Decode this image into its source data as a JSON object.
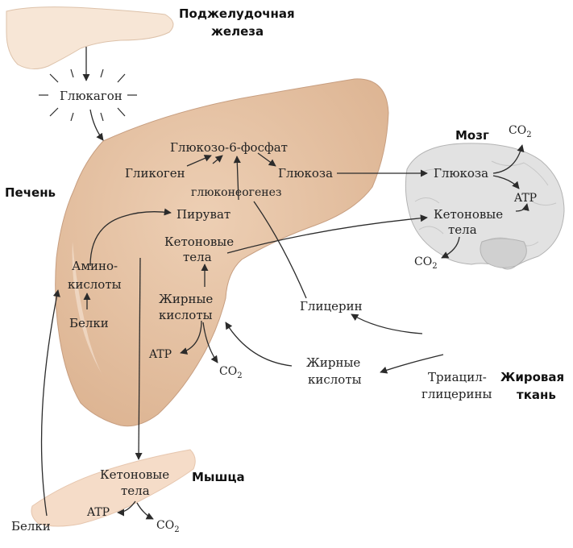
{
  "labels": {
    "pancreas": [
      "Поджелудочная",
      "железа"
    ],
    "glucagon": "Глюкагон",
    "liver": "Печень",
    "glucose6p": "Глюкозо-6-фосфат",
    "glycogen": "Гликоген",
    "glucose_liver": "Глюкоза",
    "gluconeogenesis": "глюконеогенез",
    "pyruvate": "Пируват",
    "ketone_liver": [
      "Кетоновые",
      "тела"
    ],
    "amino": [
      "Амино-",
      "кислоты"
    ],
    "proteins_liver": "Белки",
    "fatty_liver": [
      "Жирные",
      "кислоты"
    ],
    "atp_liver": "ATP",
    "co2_liver": "CO",
    "glycerol": "Глицерин",
    "fatty_adipose": [
      "Жирные",
      "кислоты"
    ],
    "triacyl": [
      "Триацил-",
      "глицерины"
    ],
    "adipose": [
      "Жировая",
      "ткань"
    ],
    "brain": "Мозг",
    "co2_brain_top": "CO",
    "glucose_brain": "Глюкоза",
    "atp_brain": "ATP",
    "ketone_brain": [
      "Кетоновые",
      "тела"
    ],
    "co2_brain_bottom": "CO",
    "muscle": "Мышца",
    "ketone_muscle": [
      "Кетоновые",
      "тела"
    ],
    "atp_muscle": "ATP",
    "co2_muscle": "CO",
    "proteins_muscle": "Белки",
    "subscript_2": "2"
  },
  "colors": {
    "liver_fill": "#e6c4a6",
    "liver_edge": "#c79e80",
    "pancreas_fill": "#f7e6d6",
    "pancreas_edge": "#ddc2aa",
    "brain_fill": "#e2e2e2",
    "brain_edge": "#b3b3b3",
    "muscle_fill": "#f5dcc8",
    "arrow": "#2b2b2b"
  }
}
